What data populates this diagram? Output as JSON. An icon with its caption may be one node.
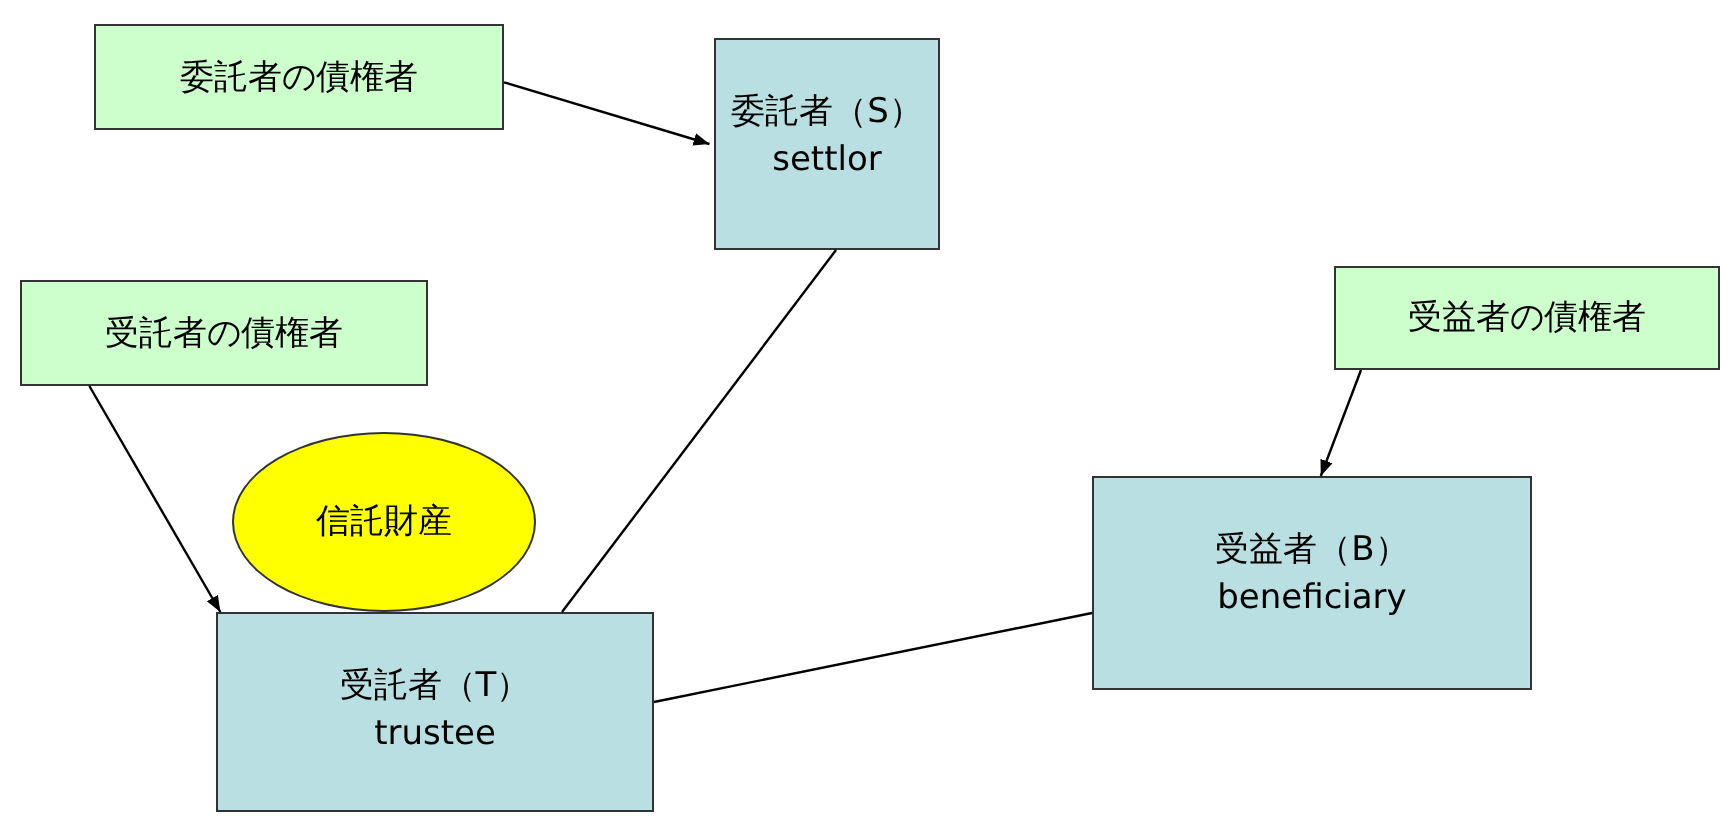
{
  "diagram": {
    "nodes": [
      {
        "text": [
          "委託者の債権者"
        ]
      },
      {
        "text": [
          "委託者（S）",
          "settlor"
        ]
      },
      {
        "text": [
          "受託者の債権者"
        ]
      },
      {
        "text": [
          "受益者の債権者"
        ]
      },
      {
        "text": [
          "信託財産"
        ]
      },
      {
        "text": [
          "受益者（B）",
          "beneficiary"
        ]
      },
      {
        "text": [
          "受託者（T）",
          "trustee"
        ]
      }
    ],
    "edges": [
      {
        "from": 0,
        "to": 1,
        "arrow": "to"
      },
      {
        "from": 2,
        "to": 6,
        "arrow": "to"
      },
      {
        "from": 3,
        "to": 5,
        "arrow": "to"
      },
      {
        "from": 1,
        "to": 6,
        "arrow": "none"
      },
      {
        "from": 6,
        "to": 5,
        "arrow": "none"
      }
    ]
  }
}
